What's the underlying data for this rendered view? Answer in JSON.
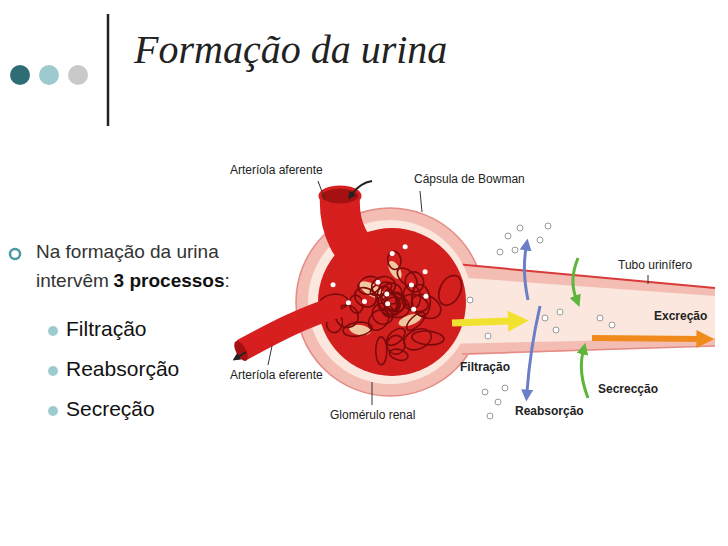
{
  "diagram": {
    "title": "Formação da urina",
    "labels": [
      "Na formação da urina intervêm",
      "3 processos",
      ":",
      "Filtração",
      "Reabsorção",
      "Secreção",
      "Arteríola aferente",
      "Cápsula de Bowman",
      "Tubo urinífero",
      "Excreção",
      "Filtração",
      "Secrecção",
      "Reabsorção",
      "Glomérulo renal",
      "Arteríola eferente"
    ]
  }
}
